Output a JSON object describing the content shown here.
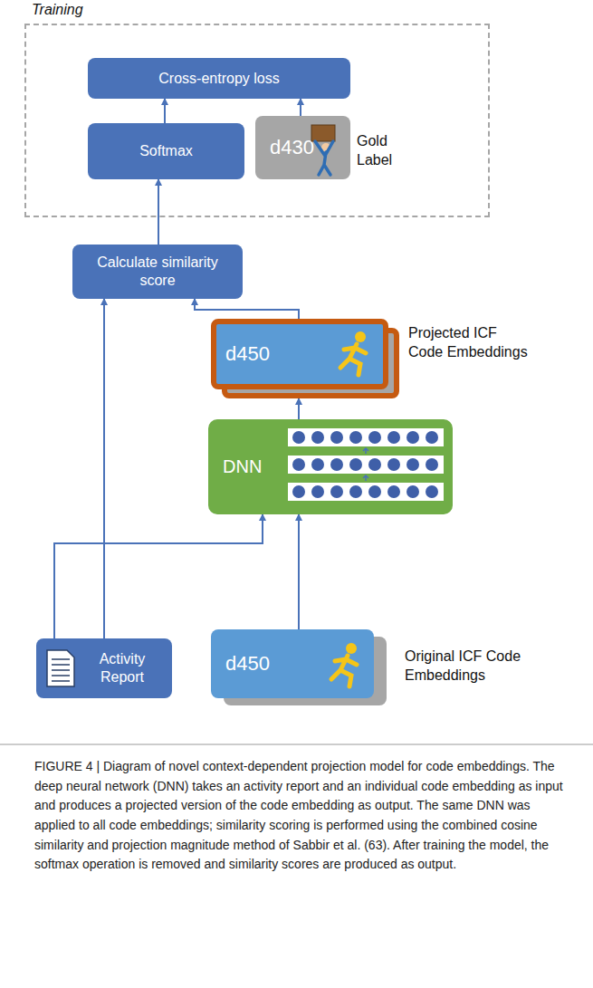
{
  "diagram": {
    "caption": "FIGURE 4 | Diagram of novel context-dependent projection model for code embeddings. The deep neural network (DNN) takes an activity report and an individual code embedding as input and produces a projected version of the code embedding as output. The same DNN was applied to all code embeddings; similarity scoring is performed using the combined cosine similarity and projection magnitude method of Sabbir et al. (63). After training the model, the softmax operation is removed and similarity scores are produced as output.",
    "nodes": [
      {
        "text": [
          "Training"
        ]
      },
      {
        "text": [
          "Cross-entropy loss"
        ],
        "in": 0
      },
      {
        "text": [
          "Softmax"
        ],
        "in": 0
      },
      {
        "text": [
          "d430",
          "Gold Label"
        ],
        "in": 0
      },
      {
        "text": [
          "Calculate similarity score"
        ]
      },
      {
        "text": [
          "d450",
          "Projected ICF Code Embeddings"
        ]
      },
      {
        "text": [
          "DNN"
        ]
      },
      {
        "text": [
          "Activity Report"
        ]
      },
      {
        "text": [
          "d450",
          "Original ICF Code Embeddings"
        ]
      }
    ],
    "edges": [
      {
        "from": 2,
        "to": 1,
        "arrow": "to"
      },
      {
        "from": 3,
        "to": 1,
        "arrow": "to"
      },
      {
        "from": 4,
        "to": 2,
        "arrow": "to"
      },
      {
        "from": 7,
        "to": 4,
        "arrow": "to"
      },
      {
        "from": 5,
        "to": 4,
        "arrow": "to"
      },
      {
        "from": 6,
        "to": 5,
        "arrow": "to"
      },
      {
        "from": 7,
        "to": 6,
        "arrow": "to"
      },
      {
        "from": 8,
        "to": 6,
        "arrow": "to"
      }
    ]
  }
}
